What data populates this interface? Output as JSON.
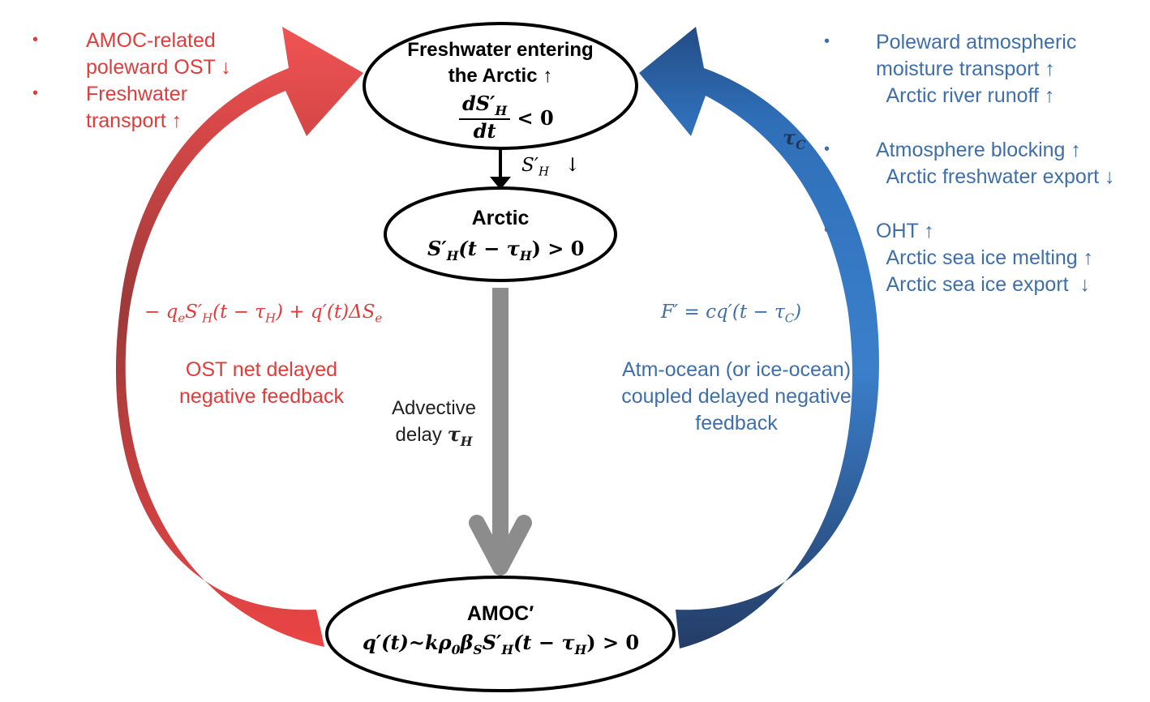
{
  "colors": {
    "red_text": "#e03c3c",
    "blue_text": "#3f6faa",
    "red_arrow_dark": "#9a3b3b",
    "red_arrow_light": "#ee4f4f",
    "blue_arrow_dark": "#243f66",
    "blue_arrow_light": "#3d86d4",
    "gray_arrow": "#8c8c8c"
  },
  "nodes": {
    "top": {
      "title_line1": "Freshwater entering",
      "title_line2": "the Arctic ↑",
      "frac_num": "dS′",
      "frac_num_sub": "H",
      "frac_den": "dt",
      "relation": "< 0"
    },
    "middle": {
      "title": "Arctic",
      "expr_S": "S′",
      "expr_sub": "H",
      "expr_rest": "(t − τ",
      "expr_sub2": "H",
      "expr_end": ") > 0"
    },
    "bottom": {
      "title": "AMOC′",
      "expr_a": "q′(t)~kρ",
      "expr_a_sub": "0",
      "expr_b": "β",
      "expr_b_sub": "S",
      "expr_c": "S′",
      "expr_c_sub": "H",
      "expr_d": "(t − τ",
      "expr_d_sub": "H",
      "expr_e": ")  > 0"
    }
  },
  "connectors": {
    "top_to_middle_label_S": "S′",
    "top_to_middle_label_sub": "H",
    "top_to_middle_label_arrow": "↓",
    "advective_line1": "Advective",
    "advective_line2": "delay",
    "advective_tau": "τ",
    "advective_tau_sub": "H",
    "tau_c": "τ",
    "tau_c_sub": "C"
  },
  "left_panel": {
    "bullets": [
      {
        "line1": "AMOC-related",
        "line2": "poleward OST ↓"
      },
      {
        "line1": "Freshwater",
        "line2": "transport  ↑"
      }
    ],
    "formula_a": "− q",
    "formula_a_sub": "e",
    "formula_b": "S′",
    "formula_b_sub": "H",
    "formula_c": "(t − τ",
    "formula_c_sub": "H",
    "formula_d": ") + q′(t)ΔS",
    "formula_d_sub": "e",
    "feedback_line1": "OST net delayed",
    "feedback_line2": "negative feedback"
  },
  "right_panel": {
    "groups": [
      {
        "main": "Poleward atmospheric",
        "lines": [
          "moisture transport ↑",
          "  Arctic river runoff ↑"
        ]
      },
      {
        "main": "Atmosphere blocking ↑",
        "lines": [
          "  Arctic freshwater export ↓"
        ]
      },
      {
        "main": "OHT ↑",
        "lines": [
          "  Arctic sea ice melting ↑",
          "  Arctic sea ice export  ↓"
        ]
      }
    ],
    "formula_a": "F′ = cq′(t − τ",
    "formula_a_sub": "C",
    "formula_b": ")",
    "feedback_line1": "Atm-ocean (or ice-ocean)",
    "feedback_line2": "coupled delayed negative",
    "feedback_line3": "feedback"
  }
}
